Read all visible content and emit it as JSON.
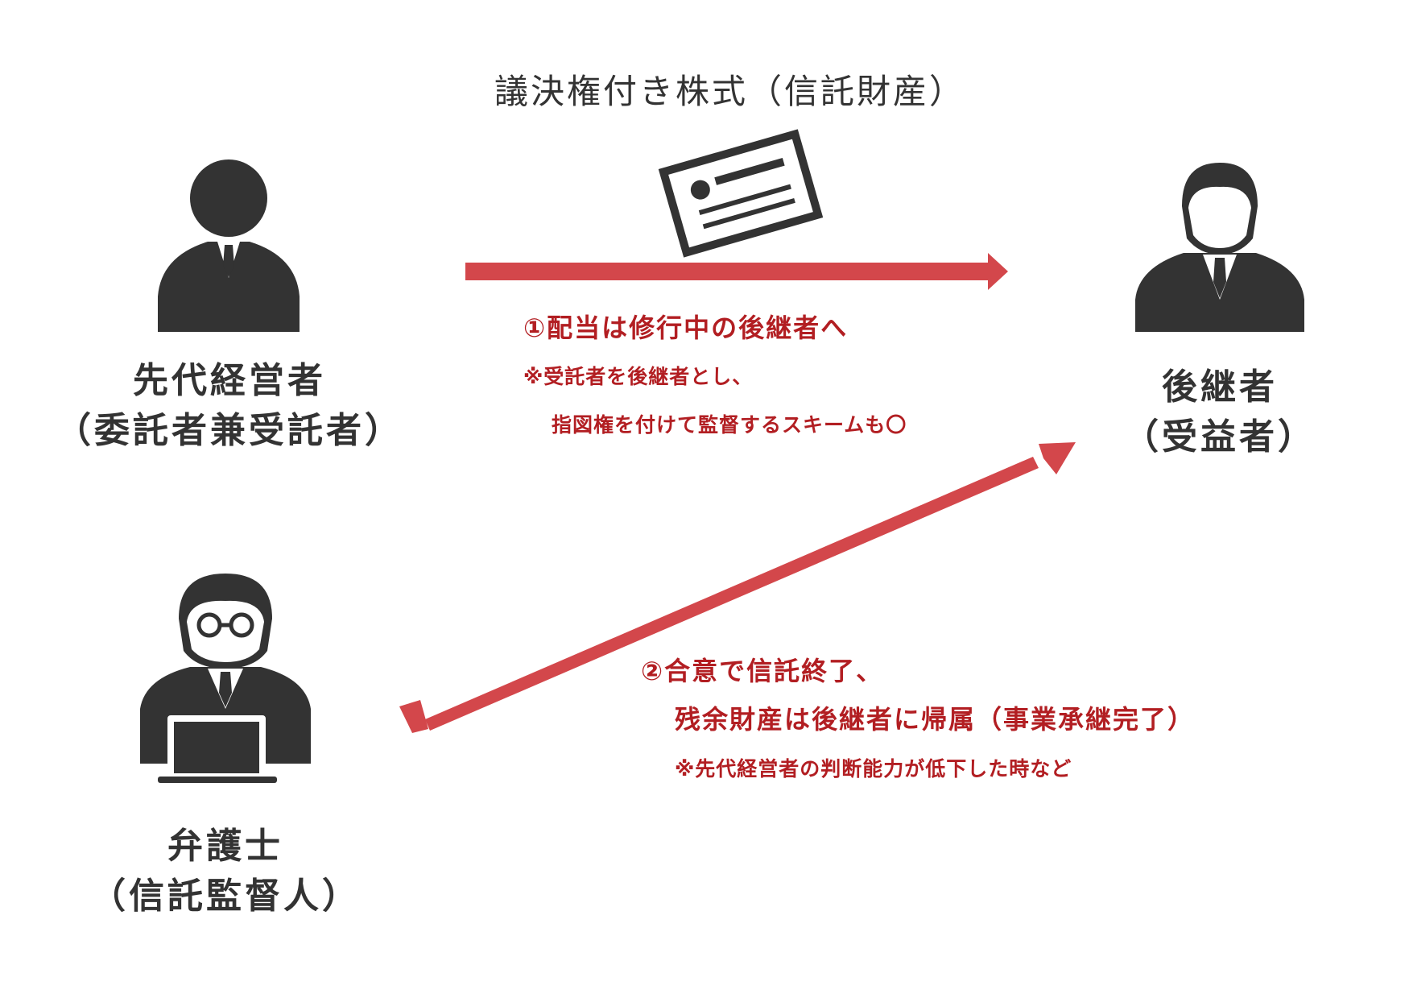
{
  "title": "議決権付き株式（信託財産）",
  "colors": {
    "arrow": "#d3474b",
    "note": "#b21e22",
    "figure": "#333333"
  },
  "nodes": {
    "settlor": {
      "line1": "先代経営者",
      "line2": "（委託者兼受託者）",
      "icon": "businessman-icon"
    },
    "beneficiary": {
      "line1": "後継者",
      "line2": "（受益者）",
      "icon": "businessman-suit-icon"
    },
    "supervisor": {
      "line1": "弁護士",
      "line2": "（信託監督人）",
      "icon": "lawyer-laptop-icon"
    }
  },
  "asset_icon": "stock-certificate-icon",
  "notes": {
    "dividend": {
      "main": "①配当は修行中の後継者へ",
      "sub1": "※受託者を後継者とし、",
      "sub2": "指図権を付けて監督するスキームも〇"
    },
    "termination": {
      "main1": "②合意で信託終了、",
      "main2": "残余財産は後継者に帰属（事業承継完了）",
      "sub": "※先代経営者の判断能力が低下した時など"
    }
  }
}
